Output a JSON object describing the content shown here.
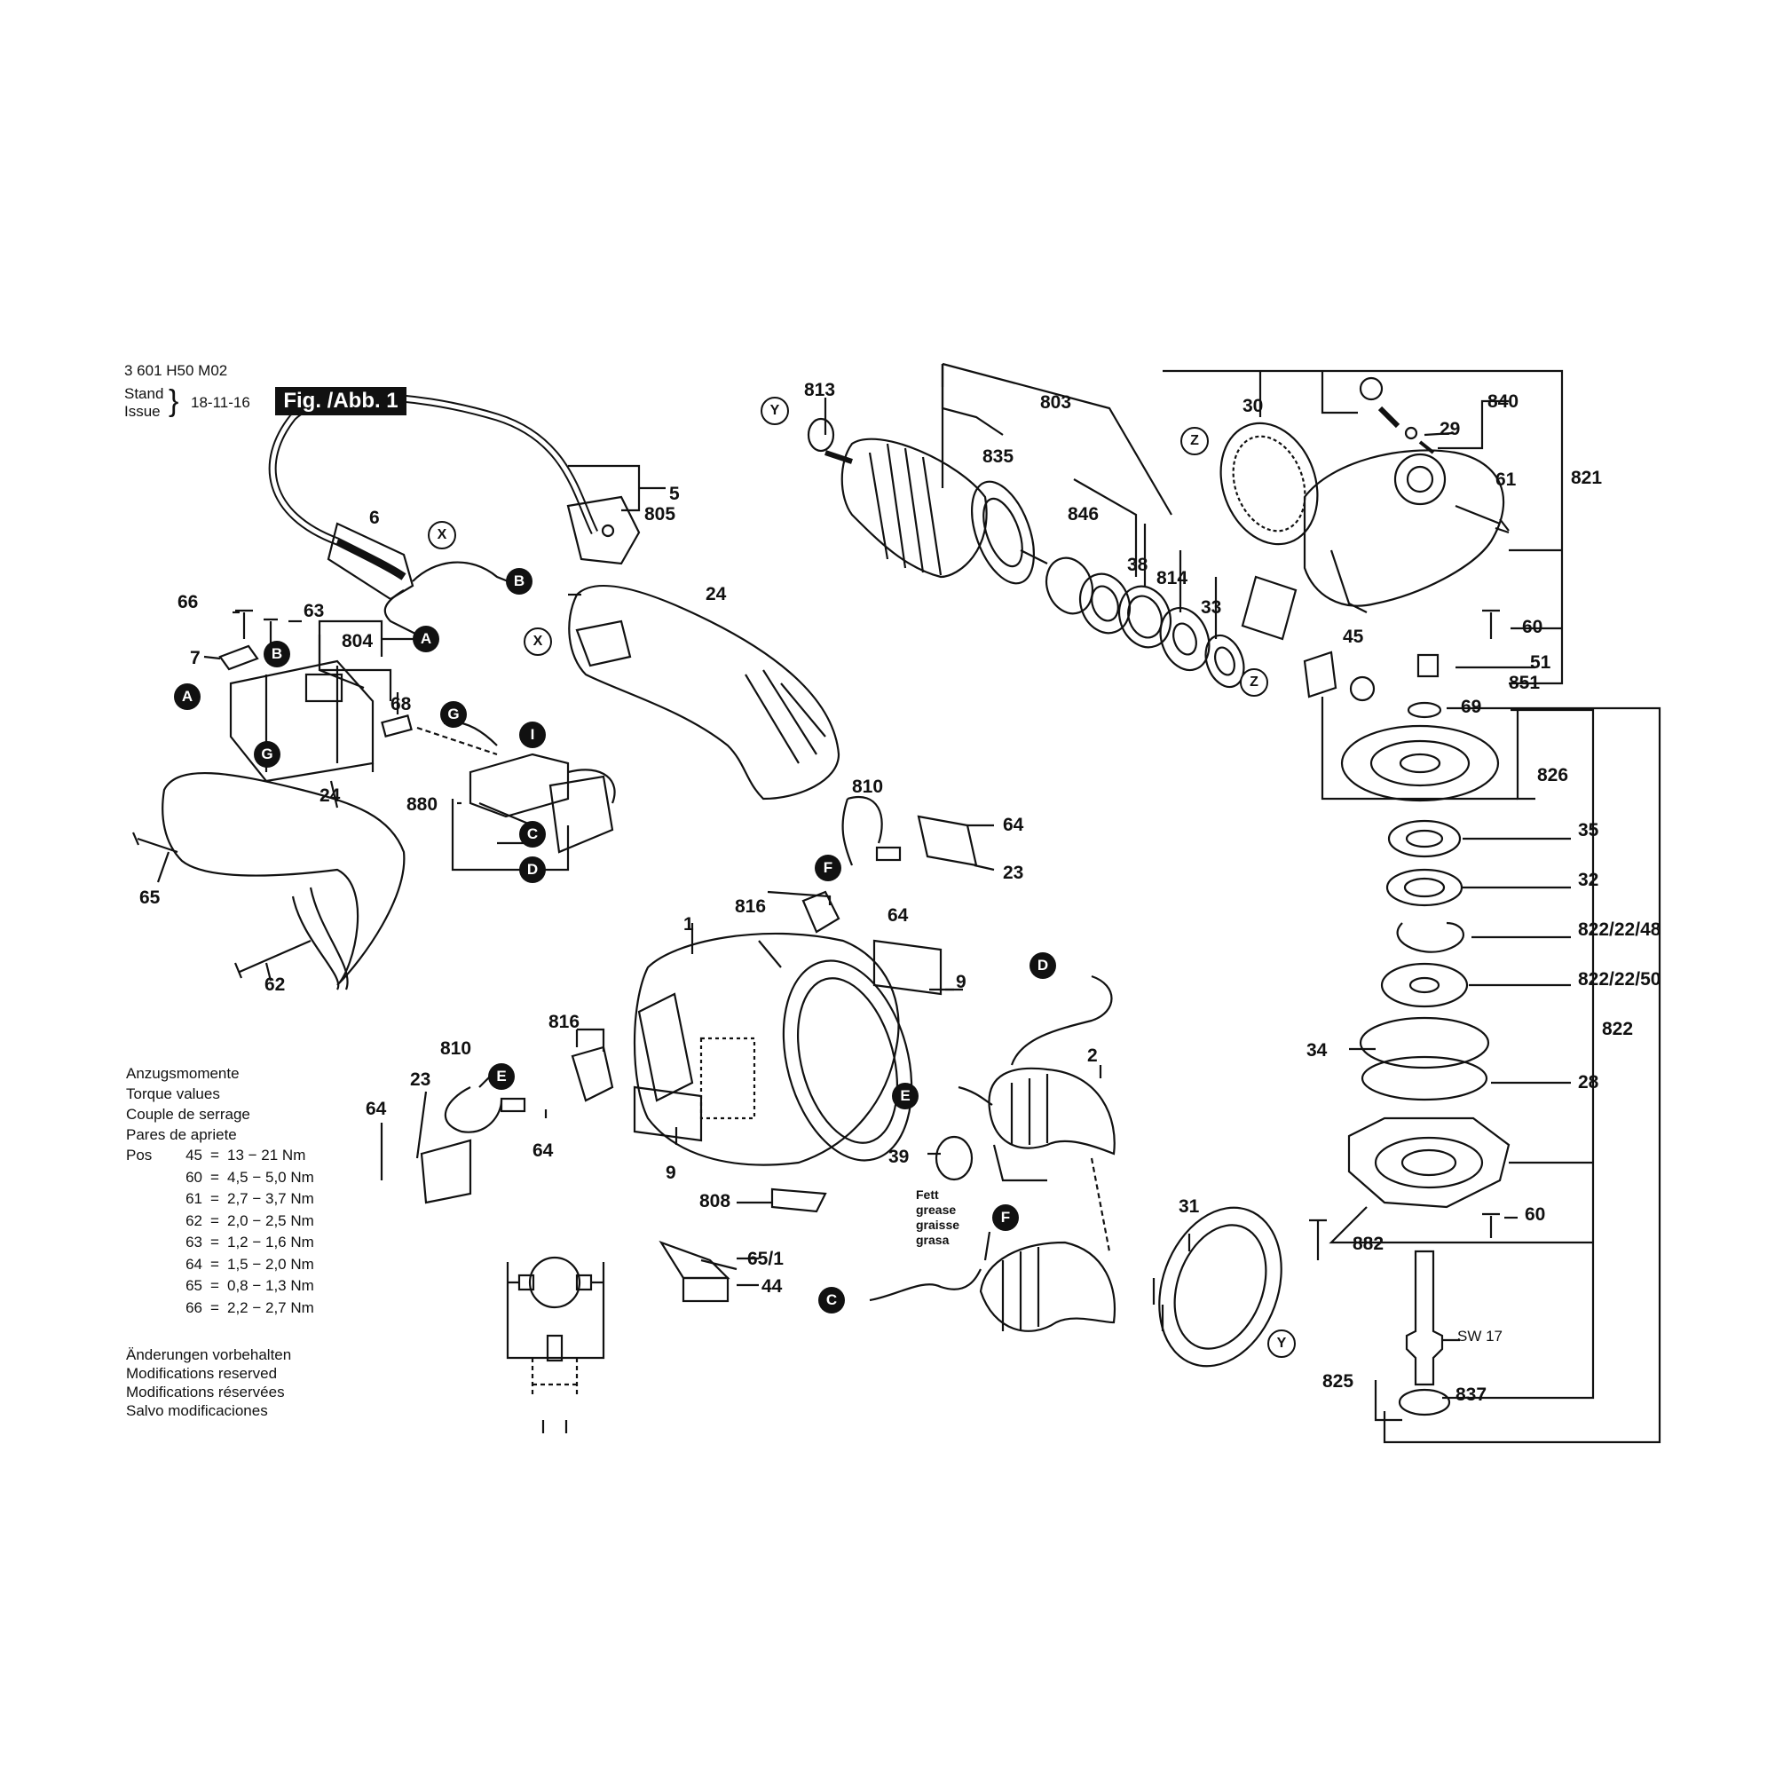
{
  "header": {
    "doc_number": "3 601 H50 M02",
    "stand_label": "Stand",
    "issue_label": "Issue",
    "brace": "}",
    "date": "18-11-16",
    "figure": "Fig. /Abb. 1"
  },
  "legend": {
    "lines": [
      "Anzugsmomente",
      "Torque values",
      "Couple de serrage",
      "Pares de apriete"
    ],
    "pos_label": "Pos",
    "torques": [
      {
        "pos": "45",
        "eq": "=",
        "value": "13 − 21 Nm"
      },
      {
        "pos": "60",
        "eq": "=",
        "value": "4,5 − 5,0 Nm"
      },
      {
        "pos": "61",
        "eq": "=",
        "value": "2,7 − 3,7 Nm"
      },
      {
        "pos": "62",
        "eq": "=",
        "value": "2,0 − 2,5 Nm"
      },
      {
        "pos": "63",
        "eq": "=",
        "value": "1,2 − 1,6 Nm"
      },
      {
        "pos": "64",
        "eq": "=",
        "value": "1,5 − 2,0 Nm"
      },
      {
        "pos": "65",
        "eq": "=",
        "value": "0,8 − 1,3 Nm"
      },
      {
        "pos": "66",
        "eq": "=",
        "value": "2,2 − 2,7 Nm"
      }
    ],
    "modifications": [
      "Änderungen vorbehalten",
      "Modifications reserved",
      "Modifications réservées",
      "Salvo modificaciones"
    ]
  },
  "grease_note": [
    "Fett",
    "grease",
    "graisse",
    "grasa"
  ],
  "sw_note": "SW 17",
  "part_labels": {
    "p5": "5",
    "p805": "805",
    "p6": "6",
    "p66": "66",
    "p63": "63",
    "p7": "7",
    "p804": "804",
    "p68": "68",
    "p24a": "24",
    "p24b": "24",
    "p880": "880",
    "p65": "65",
    "p62": "62",
    "p813": "813",
    "p803": "803",
    "p835": "835",
    "p846": "846",
    "p38": "38",
    "p814": "814",
    "p33": "33",
    "p30": "30",
    "p840": "840",
    "p29": "29",
    "p821": "821",
    "p61": "61",
    "p60a": "60",
    "p45": "45",
    "p51": "51",
    "p851": "851",
    "p69": "69",
    "p826": "826",
    "p35": "35",
    "p32": "32",
    "p822_48": "822/22/48",
    "p822_50": "822/22/50",
    "p822": "822",
    "p34": "34",
    "p28": "28",
    "p60b": "60",
    "p882": "882",
    "p825": "825",
    "p837": "837",
    "p810a": "810",
    "p64a": "64",
    "p23a": "23",
    "p816a": "816",
    "p64b": "64",
    "p1": "1",
    "p9a": "9",
    "p2": "2",
    "p816b": "816",
    "p810b": "810",
    "p23b": "23",
    "p64c": "64",
    "p64d": "64",
    "p9b": "9",
    "p808": "808",
    "p39": "39",
    "p31": "31",
    "p65_1": "65/1",
    "p44": "44"
  },
  "callouts": {
    "X1": "X",
    "B1": "B",
    "A1": "A",
    "B2": "B",
    "A2": "A",
    "G1": "G",
    "G2": "G",
    "I": "I",
    "C1": "C",
    "D1": "D",
    "X2": "X",
    "Y1": "Y",
    "Z1": "Z",
    "Z2": "Z",
    "F1": "F",
    "D2": "D",
    "E1": "E",
    "E2": "E",
    "F2": "F",
    "C2": "C",
    "Y2": "Y"
  }
}
